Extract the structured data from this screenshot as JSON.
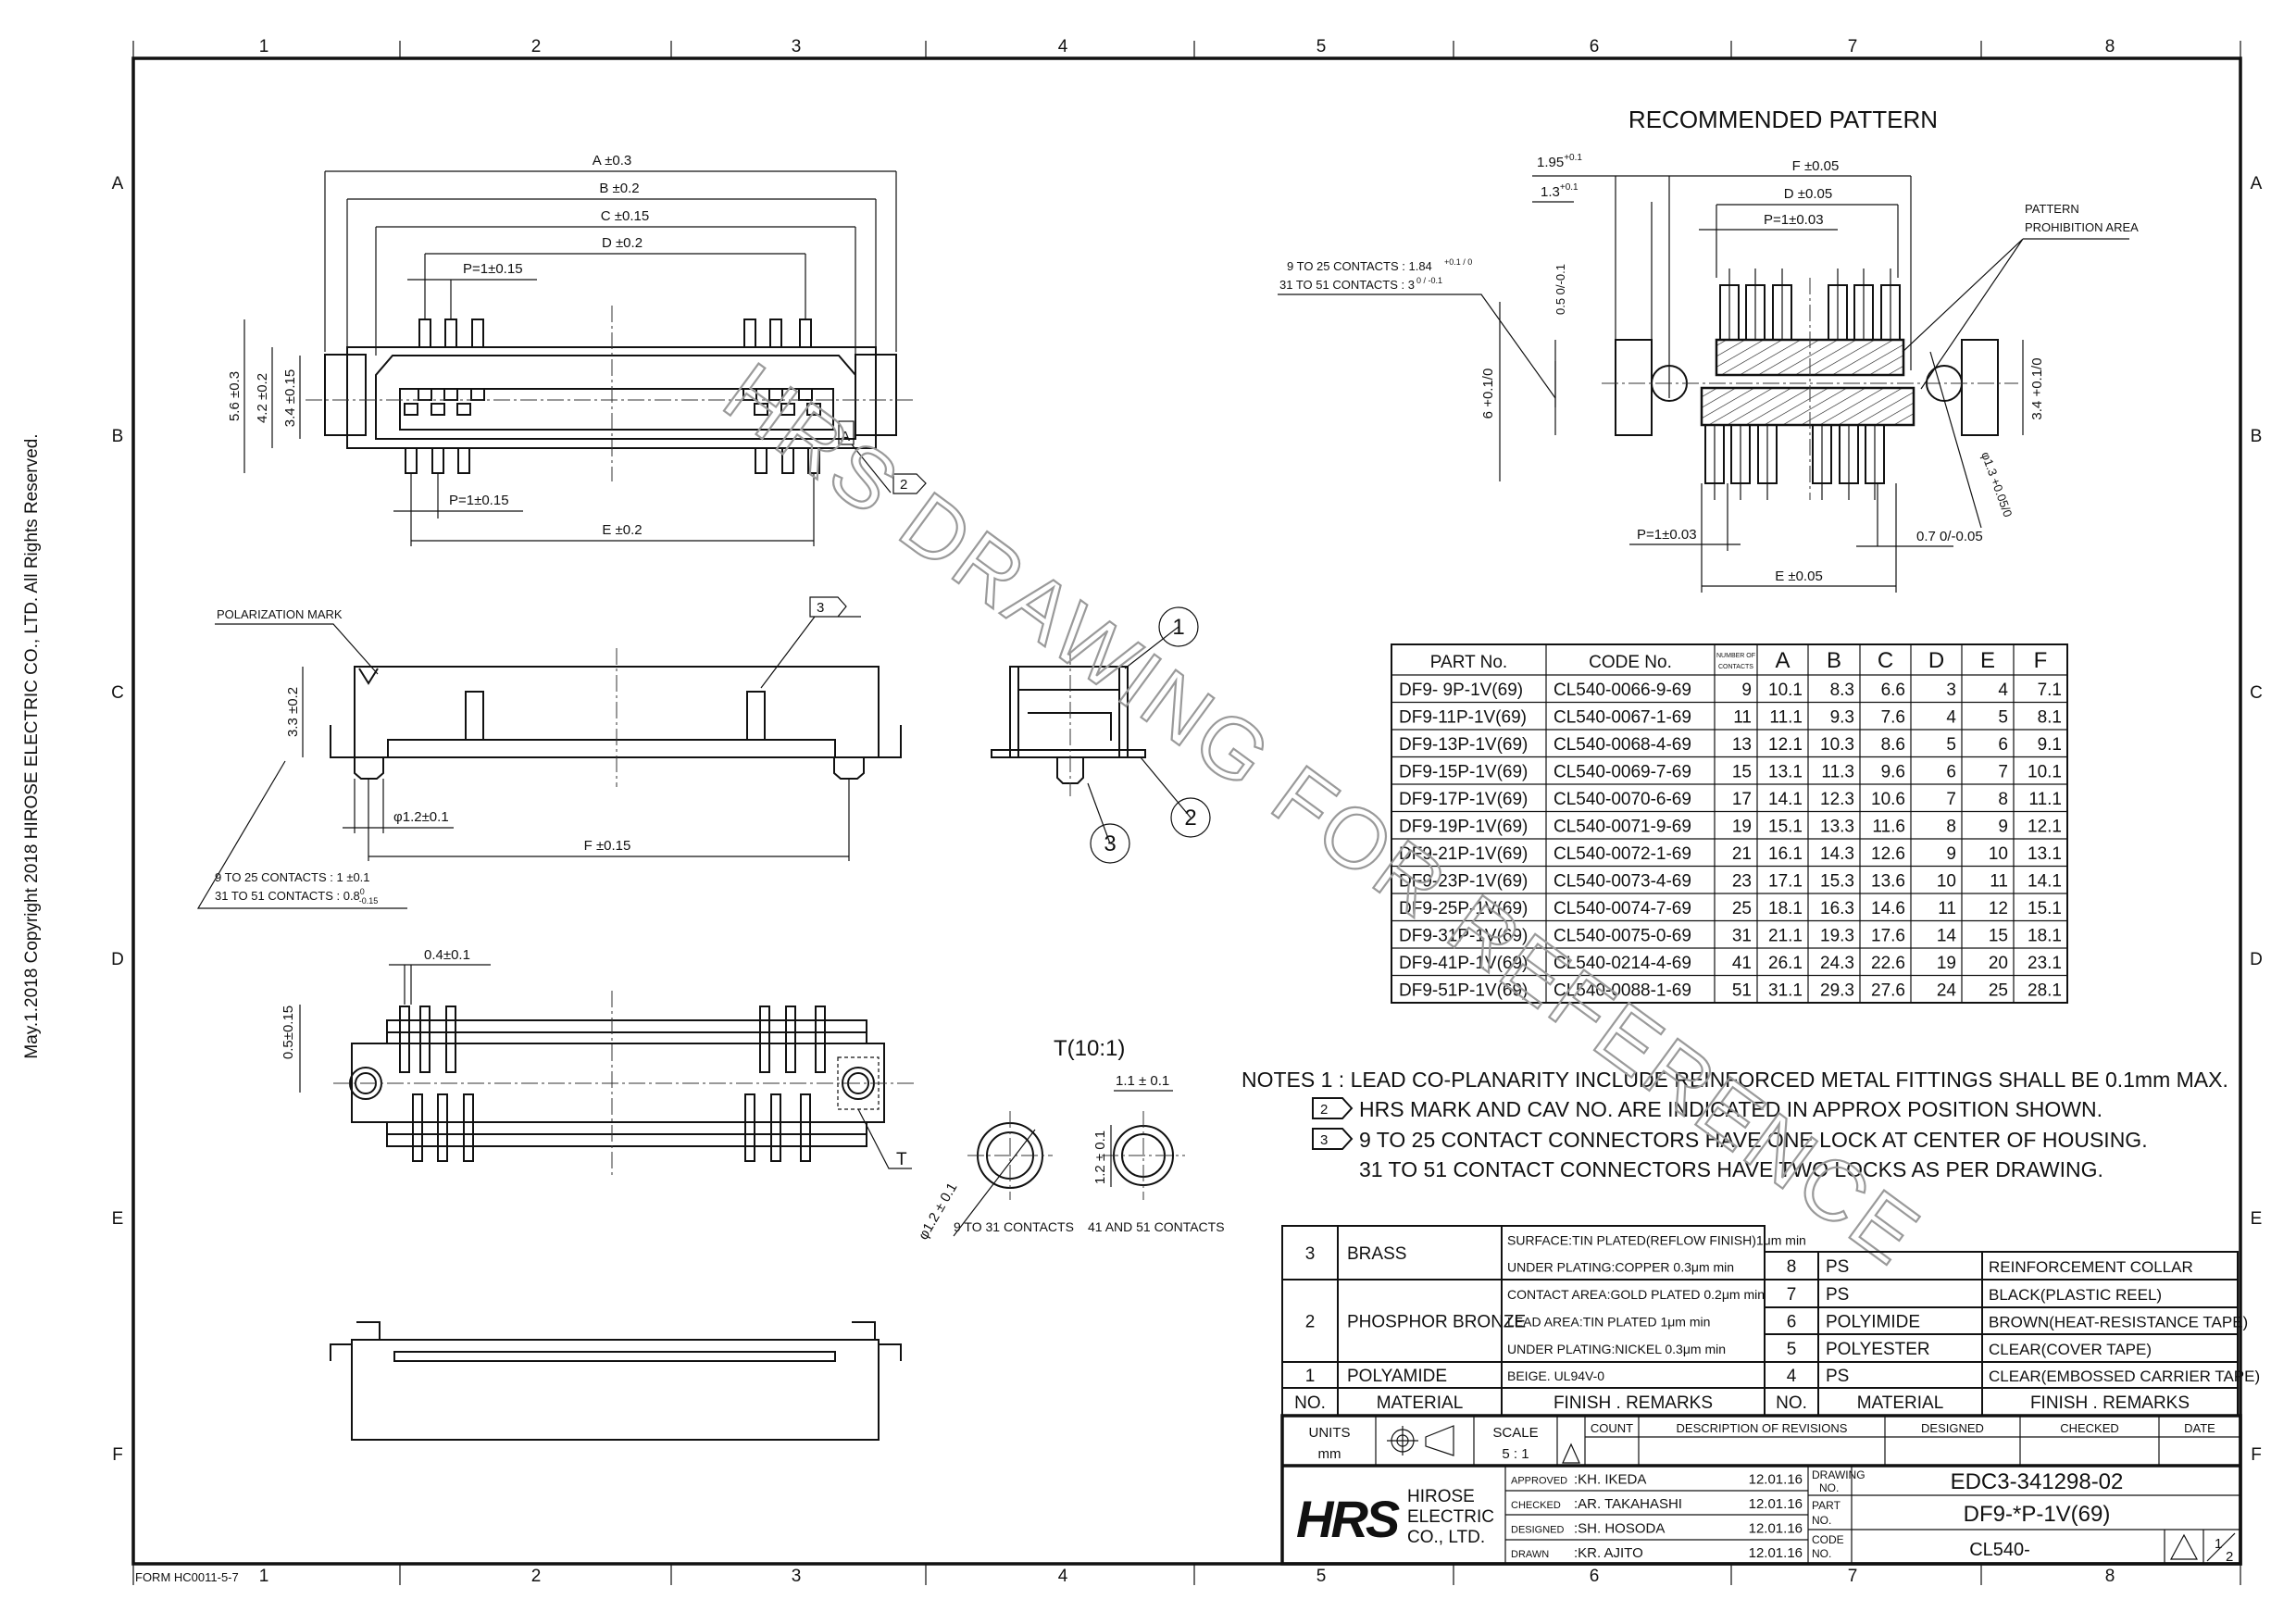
{
  "border": {
    "zone_columns": [
      "1",
      "2",
      "3",
      "4",
      "5",
      "6",
      "7",
      "8"
    ],
    "zone_rows": [
      "A",
      "B",
      "C",
      "D",
      "E",
      "F"
    ]
  },
  "copyright": "May.1.2018  Copyright 2018 HIROSE ELECTRIC CO., LTD. All Rights Reserved.",
  "form_no": "FORM HC0011-5-7",
  "watermark": "HRS DRAWING FOR REFERENCE",
  "top_view": {
    "dim_a": "A ±0.3",
    "dim_b": "B ±0.2",
    "dim_c": "C ±0.15",
    "dim_d": "D ±0.2",
    "pitch_top": "P=1±0.15",
    "pitch_bottom": "P=1±0.15",
    "dim_e": "E ±0.2",
    "height_56": "5.6 ±0.3",
    "height_42": "4.2 ±0.2",
    "height_34": "3.4 ±0.15",
    "mark": "A",
    "flag": "2"
  },
  "side_view": {
    "polarization_label": "POLARIZATION MARK",
    "flag": "3",
    "height_33": "3.3 ±0.2",
    "diameter": "φ1.2±0.1",
    "dim_f": "F ±0.15",
    "note_line1": "9 TO 25 CONTACTS : 1 ±0.1",
    "note_line2": "31 TO 51 CONTACTS : 0.8",
    "note_line2_tol_upper": "0",
    "note_line2_tol_lower": "-0.15"
  },
  "end_view": {
    "callouts": [
      "1",
      "2",
      "3"
    ]
  },
  "bottom_view": {
    "width_04": "0.4±0.1",
    "height_05": "0.5±0.15",
    "detail_label": "T"
  },
  "detail": {
    "title": "T(10:1)",
    "diameter": "φ1.2 ± 0.1",
    "width": "1.1 ± 0.1",
    "height": "1.2 ± 0.1",
    "caption_left": "9 TO 31 CONTACTS",
    "caption_right": "41 AND 51 CONTACTS"
  },
  "pattern": {
    "title": "RECOMMENDED PATTERN",
    "dim_195": "1.95",
    "dim_195_tol_upper": "+0.1",
    "dim_195_tol_lower": "0",
    "dim_13": "1.3",
    "dim_13_tol_upper": "+0.1",
    "dim_13_tol_lower": "0",
    "dim_f": "F ±0.05",
    "dim_d": "D ±0.05",
    "pitch_top": "P=1±0.03",
    "prohibition_line1": "PATTERN",
    "prohibition_line2": "PROHIBITION AREA",
    "contacts_line1": "9 TO 25 CONTACTS : 1.84",
    "contacts_line1_tol": "+0.1 / 0",
    "contacts_line2": "31 TO 51 CONTACTS : 3",
    "contacts_line2_tol": "0 / -0.1",
    "dim_05": "0.5 0/-0.1",
    "dim_6": "6 +0.1/0",
    "dim_34": "3.4 +0.1/0",
    "dim_phi": "φ1.3 +0.05/0",
    "pitch_bottom": "P=1±0.03",
    "dim_07": "0.7 0/-0.05",
    "dim_e": "E ±0.05"
  },
  "part_table": {
    "headers": [
      "PART No.",
      "CODE No.",
      "NUMBER OF CONTACTS",
      "A",
      "B",
      "C",
      "D",
      "E",
      "F"
    ],
    "rows": [
      [
        "DF9- 9P-1V(69)",
        "CL540-0066-9-69",
        "9",
        "10.1",
        "8.3",
        "6.6",
        "3",
        "4",
        "7.1"
      ],
      [
        "DF9-11P-1V(69)",
        "CL540-0067-1-69",
        "11",
        "11.1",
        "9.3",
        "7.6",
        "4",
        "5",
        "8.1"
      ],
      [
        "DF9-13P-1V(69)",
        "CL540-0068-4-69",
        "13",
        "12.1",
        "10.3",
        "8.6",
        "5",
        "6",
        "9.1"
      ],
      [
        "DF9-15P-1V(69)",
        "CL540-0069-7-69",
        "15",
        "13.1",
        "11.3",
        "9.6",
        "6",
        "7",
        "10.1"
      ],
      [
        "DF9-17P-1V(69)",
        "CL540-0070-6-69",
        "17",
        "14.1",
        "12.3",
        "10.6",
        "7",
        "8",
        "11.1"
      ],
      [
        "DF9-19P-1V(69)",
        "CL540-0071-9-69",
        "19",
        "15.1",
        "13.3",
        "11.6",
        "8",
        "9",
        "12.1"
      ],
      [
        "DF9-21P-1V(69)",
        "CL540-0072-1-69",
        "21",
        "16.1",
        "14.3",
        "12.6",
        "9",
        "10",
        "13.1"
      ],
      [
        "DF9-23P-1V(69)",
        "CL540-0073-4-69",
        "23",
        "17.1",
        "15.3",
        "13.6",
        "10",
        "11",
        "14.1"
      ],
      [
        "DF9-25P-1V(69)",
        "CL540-0074-7-69",
        "25",
        "18.1",
        "16.3",
        "14.6",
        "11",
        "12",
        "15.1"
      ],
      [
        "DF9-31P-1V(69)",
        "CL540-0075-0-69",
        "31",
        "21.1",
        "19.3",
        "17.6",
        "14",
        "15",
        "18.1"
      ],
      [
        "DF9-41P-1V(69)",
        "CL540-0214-4-69",
        "41",
        "26.1",
        "24.3",
        "22.6",
        "19",
        "20",
        "23.1"
      ],
      [
        "DF9-51P-1V(69)",
        "CL540-0088-1-69",
        "51",
        "31.1",
        "29.3",
        "27.6",
        "24",
        "25",
        "28.1"
      ]
    ]
  },
  "notes": {
    "line1": "NOTES 1 : LEAD CO-PLANARITY INCLUDE REINFORCED METAL FITTINGS SHALL BE 0.1mm MAX.",
    "flag2": "2",
    "line2": "HRS MARK AND CAV NO. ARE INDICATED IN APPROX POSITION SHOWN.",
    "flag3": "3",
    "line3": "9 TO 25 CONTACT CONNECTORS HAVE ONE LOCK AT CENTER OF HOUSING.",
    "line4": "31 TO 51 CONTACT CONNECTORS HAVE TWO LOCKS AS PER DRAWING."
  },
  "materials": {
    "headers": [
      "NO.",
      "MATERIAL",
      "FINISH . REMARKS",
      "NO.",
      "MATERIAL",
      "FINISH . REMARKS"
    ],
    "left": [
      {
        "no": "3",
        "material": "BRASS",
        "finish": [
          "SURFACE:TIN PLATED(REFLOW FINISH)1μm min",
          "UNDER PLATING:COPPER 0.3μm min"
        ]
      },
      {
        "no": "2",
        "material": "PHOSPHOR BRONZE",
        "finish": [
          "CONTACT AREA:GOLD PLATED 0.2μm min",
          "LEAD AREA:TIN PLATED 1μm min",
          "UNDER PLATING:NICKEL 0.3μm min"
        ]
      },
      {
        "no": "1",
        "material": "POLYAMIDE",
        "finish": [
          "BEIGE. UL94V-0"
        ]
      }
    ],
    "right": [
      {
        "no": "8",
        "material": "PS",
        "finish": "REINFORCEMENT COLLAR"
      },
      {
        "no": "7",
        "material": "PS",
        "finish": "BLACK(PLASTIC REEL)"
      },
      {
        "no": "6",
        "material": "POLYIMIDE",
        "finish": "BROWN(HEAT-RESISTANCE TAPE)"
      },
      {
        "no": "5",
        "material": "POLYESTER",
        "finish": "CLEAR(COVER TAPE)"
      },
      {
        "no": "4",
        "material": "PS",
        "finish": "CLEAR(EMBOSSED CARRIER TAPE)"
      }
    ]
  },
  "title_block": {
    "units_label": "UNITS",
    "units_value": "mm",
    "scale_label": "SCALE",
    "scale_value": "5 : 1",
    "revision_headers": [
      "COUNT",
      "DESCRIPTION OF REVISIONS",
      "DESIGNED",
      "CHECKED",
      "DATE"
    ],
    "logo_text": "HRS",
    "company_lines": [
      "HIROSE",
      "ELECTRIC",
      "CO., LTD."
    ],
    "approvals": [
      {
        "role": "APPROVED",
        "name": ":KH. IKEDA",
        "date": "12.01.16"
      },
      {
        "role": "CHECKED",
        "name": ":AR. TAKAHASHI",
        "date": "12.01.16"
      },
      {
        "role": "DESIGNED",
        "name": ":SH. HOSODA",
        "date": "12.01.16"
      },
      {
        "role": "DRAWN",
        "name": ":KR. AJITO",
        "date": "12.01.16"
      }
    ],
    "drawing_no_label": [
      "DRAWING",
      "NO."
    ],
    "drawing_no": "EDC3-341298-02",
    "part_no_label": [
      "PART",
      "NO."
    ],
    "part_no": "DF9-*P-1V(69)",
    "code_no_label": [
      "CODE",
      "NO."
    ],
    "code_no": "CL540-",
    "sheet_numerator": "1",
    "sheet_denominator": "2"
  }
}
